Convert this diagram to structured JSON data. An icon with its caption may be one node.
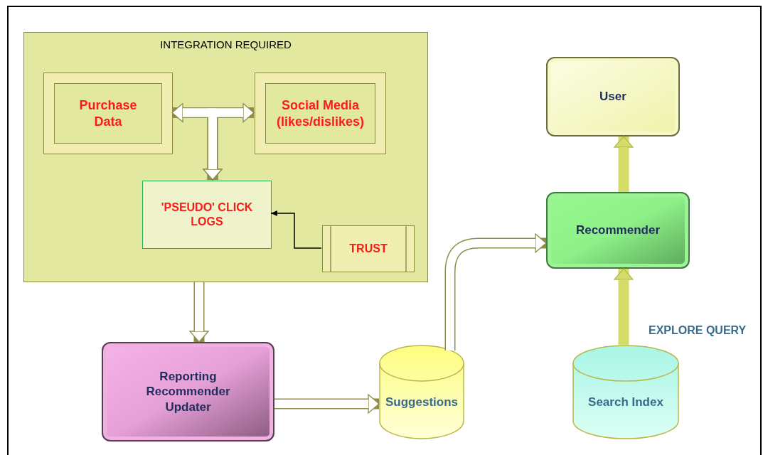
{
  "diagram": {
    "nodes": [
      {
        "text": [
          "INTEGRATION REQUIRED"
        ]
      },
      {
        "text": [
          "Purchase Data"
        ],
        "in": 0
      },
      {
        "text": [
          "Social Media (likes/dislikes)"
        ],
        "in": 0
      },
      {
        "text": [
          "'PSEUDO' CLICK LOGS"
        ],
        "in": 0
      },
      {
        "text": [
          "TRUST"
        ],
        "in": 0
      },
      {
        "text": [
          "User"
        ]
      },
      {
        "text": [
          "Recommender"
        ]
      },
      {
        "text": [
          "Reporting Recommender Updater"
        ]
      },
      {
        "text": [
          "Suggestions"
        ]
      },
      {
        "text": [
          "Search Index"
        ]
      }
    ],
    "edges": [
      {
        "from": 1,
        "to": 2,
        "arrow": "both"
      },
      {
        "from": 1,
        "to": 3,
        "arrow": "to"
      },
      {
        "from": 2,
        "to": 3,
        "arrow": "to"
      },
      {
        "from": 4,
        "to": 3,
        "arrow": "to",
        "color": "#000000"
      },
      {
        "from": 0,
        "to": 7,
        "arrow": "to"
      },
      {
        "from": 7,
        "to": 8,
        "arrow": "to"
      },
      {
        "from": 8,
        "to": 6,
        "arrow": "to"
      },
      {
        "from": 6,
        "to": 5,
        "arrow": "to",
        "color": "#d4dc6a"
      },
      {
        "from": 9,
        "to": 6,
        "arrow": "to",
        "color": "#d4dc6a",
        "label": "EXPLORE QUERY"
      }
    ]
  }
}
